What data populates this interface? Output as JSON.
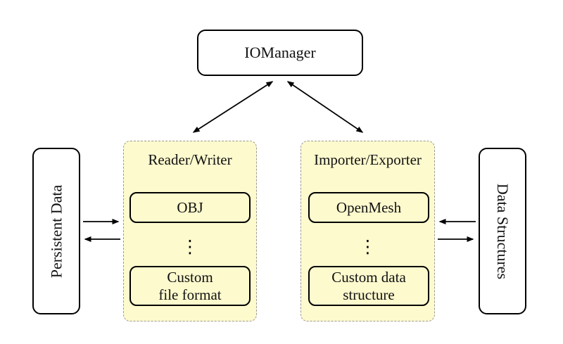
{
  "colors": {
    "background": "#ffffff",
    "node_fill": "#ffffff",
    "node_border": "#000000",
    "group_fill": "#FDFACE",
    "group_border": "#999999",
    "arrow": "#000000"
  },
  "nodes": {
    "iomanager": {
      "label": "IOManager"
    },
    "persistent_data": {
      "label": "Persistent Data"
    },
    "data_structures": {
      "label": "Data Structures"
    },
    "reader_writer": {
      "title": "Reader/Writer",
      "ellipsis": "⋮",
      "items": [
        "OBJ",
        "Custom\nfile format"
      ]
    },
    "importer_exporter": {
      "title": "Importer/Exporter",
      "ellipsis": "⋮",
      "items": [
        "OpenMesh",
        "Custom data\nstructure"
      ]
    }
  },
  "connections": [
    {
      "from": "IOManager",
      "to": "Reader/Writer",
      "style": "bidirectional"
    },
    {
      "from": "IOManager",
      "to": "Importer/Exporter",
      "style": "bidirectional"
    },
    {
      "from": "Persistent Data",
      "to": "Reader/Writer",
      "style": "one-way"
    },
    {
      "from": "Reader/Writer",
      "to": "Persistent Data",
      "style": "one-way"
    },
    {
      "from": "Data Structures",
      "to": "Importer/Exporter",
      "style": "one-way"
    },
    {
      "from": "Importer/Exporter",
      "to": "Data Structures",
      "style": "one-way"
    }
  ]
}
